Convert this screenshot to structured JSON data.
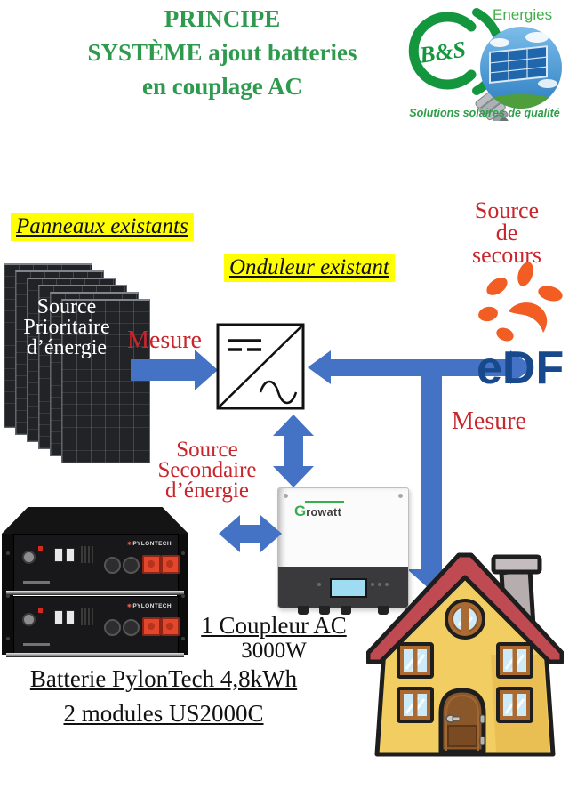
{
  "title": {
    "line1": "PRINCIPE",
    "line2": "SYSTÈME ajout batteries",
    "line3": "en couplage AC"
  },
  "logo": {
    "brand": "B&S",
    "name": "Energies",
    "tagline": "Solutions solaires de qualité"
  },
  "labels": {
    "panels": "Panneaux existants",
    "inverter": "Onduleur existant",
    "measure_left": "Mesure",
    "measure_right": "Mesure"
  },
  "sources": {
    "priority": {
      "l1": "Source",
      "l2": "Prioritaire",
      "l3": "d’énergie"
    },
    "backup": {
      "l1": "Source",
      "l2": "de",
      "l3": "secours"
    },
    "secondary": {
      "l1": "Source",
      "l2": "Secondaire",
      "l3": "d’énergie"
    }
  },
  "equipment": {
    "edf": "eDF",
    "growatt_g": "G",
    "growatt_rest": "rowatt",
    "pylontech": "PYLONTECH",
    "coupler_line1": "1 Coupleur AC",
    "coupler_line2": "3000W",
    "battery_line1": "Batterie PylonTech 4,8kWh",
    "battery_line2": "2 modules US2000C"
  },
  "colors": {
    "title_green": "#2d9a4e",
    "label_red": "#c9252c",
    "arrow_blue": "#4472c4",
    "highlight_yellow": "#ffff00",
    "edf_orange": "#f15d22",
    "edf_blue": "#17498c",
    "growatt_green": "#35b04a",
    "house_wall": "#f2cd62",
    "house_roof": "#c04a52"
  }
}
